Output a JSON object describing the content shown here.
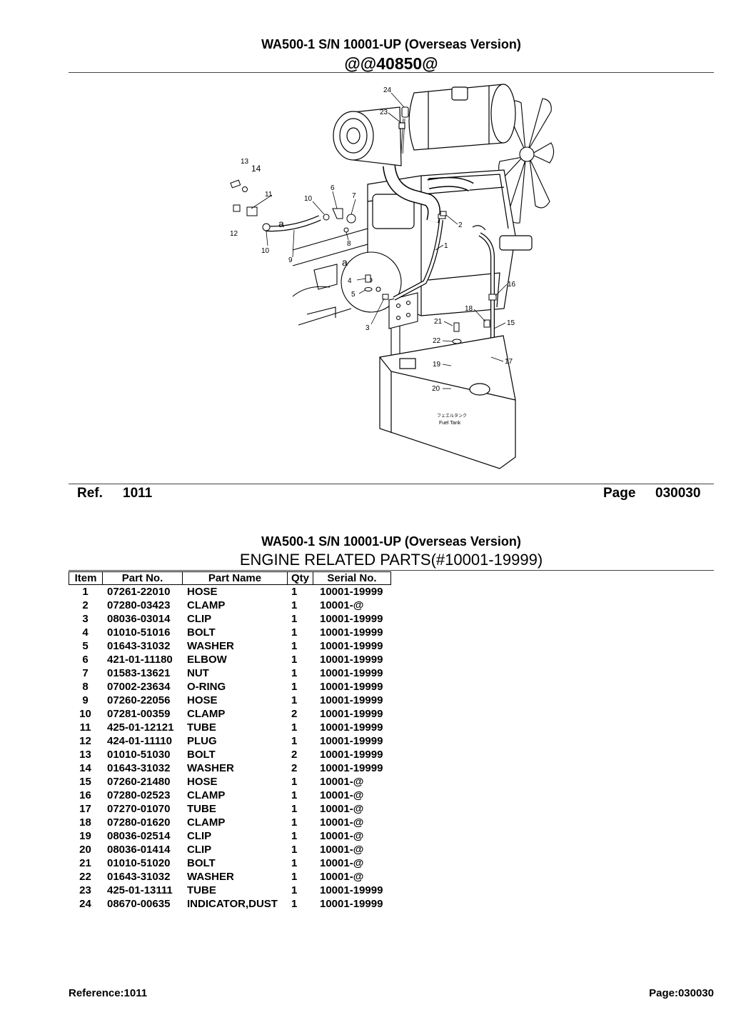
{
  "header": {
    "title": "WA500-1 S/N 10001-UP (Overseas Version)",
    "code": "@@40850@"
  },
  "diagram": {
    "callouts": [
      "24",
      "23",
      "13",
      "14",
      "11",
      "6",
      "7",
      "10",
      "12",
      "10",
      "9",
      "a",
      "8",
      "2",
      "1",
      "a",
      "4",
      "5",
      "3",
      "16",
      "18",
      "15",
      "21",
      "22",
      "17",
      "19",
      "20"
    ],
    "fuel_tank_jp": "フェエルタンク",
    "fuel_tank_en": "Fuel Tank"
  },
  "ref_bar": {
    "ref_label": "Ref.",
    "ref_value": "1011",
    "page_label": "Page",
    "page_value": "030030"
  },
  "parts_section": {
    "title": "WA500-1 S/N 10001-UP (Overseas Version)",
    "heading": "ENGINE RELATED PARTS(#10001-19999)",
    "columns": [
      "Item",
      "Part No.",
      "Part Name",
      "Qty",
      "Serial No."
    ],
    "rows": [
      [
        "1",
        "07261-22010",
        "HOSE",
        "1",
        "10001-19999"
      ],
      [
        "2",
        "07280-03423",
        "CLAMP",
        "1",
        "10001-@"
      ],
      [
        "3",
        "08036-03014",
        "CLIP",
        "1",
        "10001-19999"
      ],
      [
        "4",
        "01010-51016",
        "BOLT",
        "1",
        "10001-19999"
      ],
      [
        "5",
        "01643-31032",
        "WASHER",
        "1",
        "10001-19999"
      ],
      [
        "6",
        "421-01-11180",
        "ELBOW",
        "1",
        "10001-19999"
      ],
      [
        "7",
        "01583-13621",
        "NUT",
        "1",
        "10001-19999"
      ],
      [
        "8",
        "07002-23634",
        "O-RING",
        "1",
        "10001-19999"
      ],
      [
        "9",
        "07260-22056",
        "HOSE",
        "1",
        "10001-19999"
      ],
      [
        "10",
        "07281-00359",
        "CLAMP",
        "2",
        "10001-19999"
      ],
      [
        "11",
        "425-01-12121",
        "TUBE",
        "1",
        "10001-19999"
      ],
      [
        "12",
        "424-01-11110",
        "PLUG",
        "1",
        "10001-19999"
      ],
      [
        "13",
        "01010-51030",
        "BOLT",
        "2",
        "10001-19999"
      ],
      [
        "14",
        "01643-31032",
        "WASHER",
        "2",
        "10001-19999"
      ],
      [
        "15",
        "07260-21480",
        "HOSE",
        "1",
        "10001-@"
      ],
      [
        "16",
        "07280-02523",
        "CLAMP",
        "1",
        "10001-@"
      ],
      [
        "17",
        "07270-01070",
        "TUBE",
        "1",
        "10001-@"
      ],
      [
        "18",
        "07280-01620",
        "CLAMP",
        "1",
        "10001-@"
      ],
      [
        "19",
        "08036-02514",
        "CLIP",
        "1",
        "10001-@"
      ],
      [
        "20",
        "08036-01414",
        "CLIP",
        "1",
        "10001-@"
      ],
      [
        "21",
        "01010-51020",
        "BOLT",
        "1",
        "10001-@"
      ],
      [
        "22",
        "01643-31032",
        "WASHER",
        "1",
        "10001-@"
      ],
      [
        "23",
        "425-01-13111",
        "TUBE",
        "1",
        "10001-19999"
      ],
      [
        "24",
        "08670-00635",
        "INDICATOR,DUST",
        "1",
        "10001-19999"
      ]
    ]
  },
  "footer": {
    "reference": "Reference:1011",
    "page": "Page:030030"
  }
}
